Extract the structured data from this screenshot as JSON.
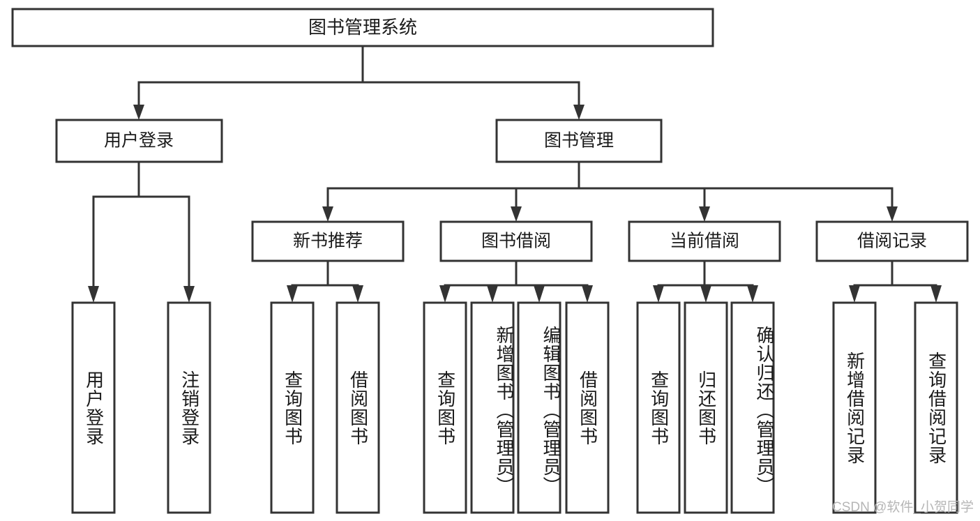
{
  "diagram": {
    "title": "图书管理系统",
    "type": "hierarchy-tree",
    "root": {
      "id": "root",
      "label": "图书管理系统",
      "orientation": "horizontal"
    },
    "level2": [
      {
        "id": "user-login",
        "label": "用户登录",
        "orientation": "horizontal"
      },
      {
        "id": "book-manage",
        "label": "图书管理",
        "orientation": "horizontal"
      }
    ],
    "level3": [
      {
        "id": "new-book-recommend",
        "label": "新书推荐",
        "orientation": "horizontal",
        "parent": "book-manage"
      },
      {
        "id": "book-borrow",
        "label": "图书借阅",
        "orientation": "horizontal",
        "parent": "book-manage"
      },
      {
        "id": "current-borrow",
        "label": "当前借阅",
        "orientation": "horizontal",
        "parent": "book-manage"
      },
      {
        "id": "borrow-record",
        "label": "借阅记录",
        "orientation": "horizontal",
        "parent": "book-manage"
      }
    ],
    "leaves": [
      {
        "id": "leaf-user-login",
        "label": "用户登录",
        "parent": "user-login"
      },
      {
        "id": "leaf-logout-login",
        "label": "注销登录",
        "parent": "user-login"
      },
      {
        "id": "leaf-query-book-1",
        "label": "查询图书",
        "parent": "new-book-recommend"
      },
      {
        "id": "leaf-borrow-book-1",
        "label": "借阅图书",
        "parent": "new-book-recommend"
      },
      {
        "id": "leaf-query-book-2",
        "label": "查询图书",
        "parent": "book-borrow"
      },
      {
        "id": "leaf-add-book",
        "label": "新增图书（管理员）",
        "parent": "book-borrow"
      },
      {
        "id": "leaf-edit-book",
        "label": "编辑图书（管理员）",
        "parent": "book-borrow"
      },
      {
        "id": "leaf-borrow-book-2",
        "label": "借阅图书",
        "parent": "book-borrow"
      },
      {
        "id": "leaf-query-book-3",
        "label": "查询图书",
        "parent": "current-borrow"
      },
      {
        "id": "leaf-return-book",
        "label": "归还图书",
        "parent": "current-borrow"
      },
      {
        "id": "leaf-confirm-return",
        "label": "确认归还（管理员）",
        "parent": "current-borrow"
      },
      {
        "id": "leaf-add-record",
        "label": "新增借阅记录",
        "parent": "borrow-record"
      },
      {
        "id": "leaf-query-record",
        "label": "查询借阅记录",
        "parent": "borrow-record"
      }
    ],
    "colors": {
      "stroke": "#333333",
      "fill": "#ffffff",
      "text": "#1a1a1a",
      "watermark": "#b6b6b6"
    }
  },
  "watermark": {
    "text": "CSDN @软件_小贺同学"
  }
}
